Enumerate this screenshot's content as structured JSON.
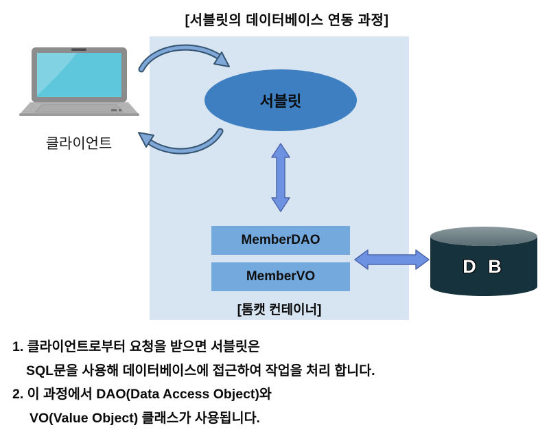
{
  "title": "[서블릿의 데이터베이스 연동 과정]",
  "diagram": {
    "client_label": "클라이언트",
    "servlet_label": "서블릿",
    "dao_label": "MemberDAO",
    "vo_label": "MemberVO",
    "container_label": "[톰캣 컨테이너]",
    "db_label": "D B",
    "colors": {
      "container_bg": "#d7e4f2",
      "servlet_ellipse": "#3d7fc1",
      "member_box": "#73a9dc",
      "straight_arrow_fill": "#6d92e2",
      "straight_arrow_stroke": "#4d66ab",
      "curved_arrow_fill": "#7fa8d9",
      "curved_arrow_outline": "#33536f",
      "db_body": "#16323c",
      "db_top": "#5a6e74",
      "laptop_screen": "#5ec7db",
      "laptop_body": "#8c8c8c"
    }
  },
  "notes": {
    "lines": [
      "1. 클라이언트로부터 요청을 받으면 서블릿은",
      "SQL문을 사용해 데이터베이스에 접근하여 작업을 처리 합니다.",
      "2. 이 과정에서 DAO(Data Access Object)와",
      "VO(Value Object) 클래스가 사용됩니다."
    ]
  }
}
